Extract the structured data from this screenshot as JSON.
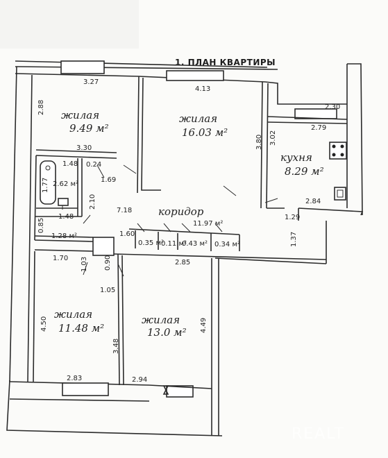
{
  "title": "1. ПЛАН КВАРТИРЫ",
  "watermark": "REALT",
  "rooms": {
    "living1": {
      "name": "жилая",
      "area": "9.49 м²"
    },
    "living2": {
      "name": "жилая",
      "area": "16.03 м²"
    },
    "kitchen": {
      "name": "кухня",
      "area": "8.29 м²"
    },
    "corridor": {
      "name": "коридор",
      "area": "11.97 м²"
    },
    "living3": {
      "name": "жилая",
      "area": "11.48 м²"
    },
    "living4": {
      "name": "жилая",
      "area": "13.0 м²"
    },
    "bath": {
      "area": "2.62 м²"
    },
    "toilet": {
      "area": "1.28 м²"
    },
    "closet1": {
      "area": "0.35 м²"
    },
    "closet2": {
      "area": "0.11 м²"
    },
    "closet3": {
      "area": "0.43 м²"
    },
    "closet4": {
      "area": "0.34 м²"
    }
  },
  "dimensions": {
    "d_327": "3.27",
    "d_413": "4.13",
    "d_230": "2.30",
    "d_288": "2.88",
    "d_279": "2.79",
    "d_330": "3.30",
    "d_380": "3.80",
    "d_302": "3.02",
    "d_148a": "1.48",
    "d_177": "1.77",
    "d_169": "1.69",
    "d_024": "0.24",
    "d_148b": "1.48",
    "d_210": "2.10",
    "d_718": "7.18",
    "d_284": "2.84",
    "d_129": "1.29",
    "d_085": "0.85",
    "d_160": "1.60",
    "d_137": "1.37",
    "d_170": "1.70",
    "d_103": "1.03",
    "d_090": "0.90",
    "d_285": "2.85",
    "d_105": "1.05",
    "d_450": "4.50",
    "d_348": "3.48",
    "d_449": "4.49",
    "d_283": "2.83",
    "d_294": "2.94"
  }
}
